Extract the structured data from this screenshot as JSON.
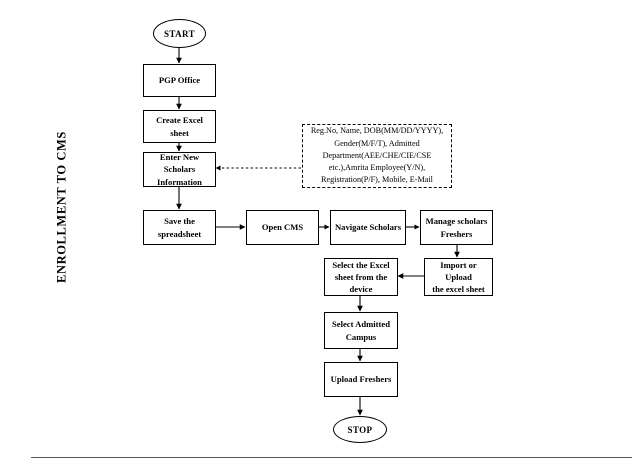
{
  "diagram": {
    "side_label": "ENROLLMENT TO CMS",
    "start_label": "START",
    "stop_label": "STOP",
    "nodes": [
      {
        "id": "pgp_office",
        "label": "PGP Office"
      },
      {
        "id": "create_excel",
        "label": "Create Excel sheet"
      },
      {
        "id": "enter_new_scholars_l1",
        "label": "Enter New"
      },
      {
        "id": "enter_new_scholars_l2",
        "label": "Scholars"
      },
      {
        "id": "enter_new_scholars_l3",
        "label": "Information"
      },
      {
        "id": "save_spreadsheet_l1",
        "label": "Save the"
      },
      {
        "id": "save_spreadsheet_l2",
        "label": "spreadsheet"
      },
      {
        "id": "open_cms",
        "label": "Open CMS"
      },
      {
        "id": "navigate_scholars",
        "label": "Navigate Scholars"
      },
      {
        "id": "manage_scholars_l1",
        "label": "Manage scholars"
      },
      {
        "id": "manage_scholars_l2",
        "label": "Freshers"
      },
      {
        "id": "import_upload_l1",
        "label": "Import or Upload"
      },
      {
        "id": "import_upload_l2",
        "label": "the excel sheet"
      },
      {
        "id": "select_excel_l1",
        "label": "Select the Excel"
      },
      {
        "id": "select_excel_l2",
        "label": "sheet from the"
      },
      {
        "id": "select_excel_l3",
        "label": "device"
      },
      {
        "id": "select_campus_l1",
        "label": "Select Admitted"
      },
      {
        "id": "select_campus_l2",
        "label": "Campus"
      },
      {
        "id": "upload_freshers",
        "label": "Upload Freshers"
      }
    ],
    "note": {
      "lines": [
        "Reg.No, Name, DOB(MM/DD/YYYY),",
        "Gender(M/F/T), Admitted",
        "Department(AEE/CHE/CIE/CSE",
        "etc.),Amrita Employee(Y/N),",
        "Registration(P/F), Mobile, E-Mail"
      ]
    },
    "colors": {
      "stroke": "#000000",
      "background": "#ffffff",
      "footer_rule": "#58585a"
    }
  }
}
